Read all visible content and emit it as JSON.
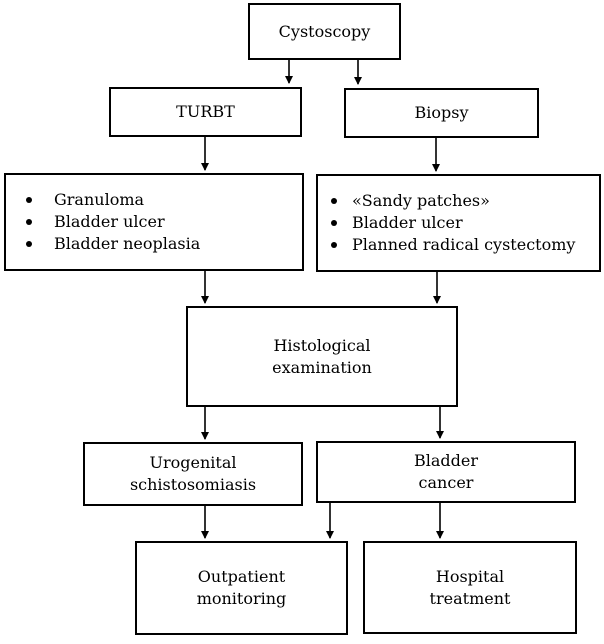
{
  "nodes": {
    "cystoscopy": "Cystoscopy",
    "turbt": "TURBT",
    "biopsy": "Biopsy",
    "turbt_findings": [
      "Granuloma",
      "Bladder ulcer",
      "Bladder neoplasia"
    ],
    "biopsy_findings": [
      "«Sandy patches»",
      "Bladder ulcer",
      "Planned radical cystectomy"
    ],
    "histology": {
      "line1": "Histological",
      "line2": "examination"
    },
    "schisto": {
      "line1": "Urogenital",
      "line2": "schistosomiasis"
    },
    "cancer": {
      "line1": "Bladder",
      "line2": "cancer"
    },
    "outpatient": {
      "line1": "Outpatient",
      "line2": "monitoring"
    },
    "hospital": {
      "line1": "Hospital",
      "line2": "treatment"
    }
  }
}
